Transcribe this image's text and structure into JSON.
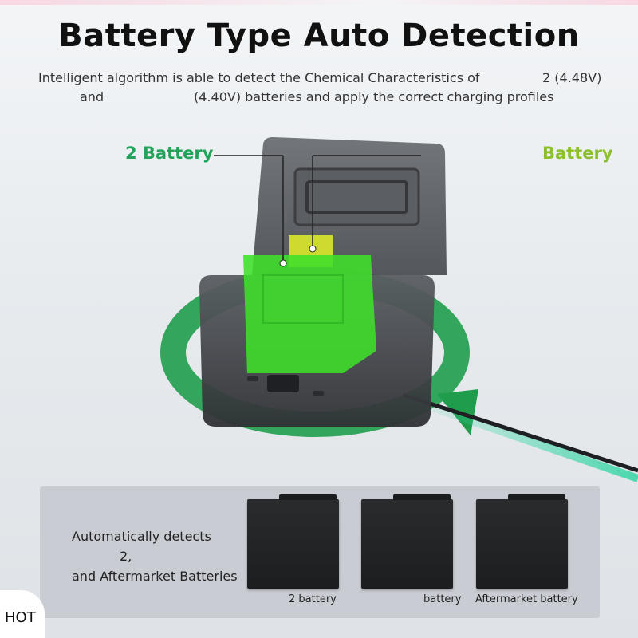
{
  "header": {
    "title": "Battery Type Auto Detection",
    "subtitle_line1_start": "Intelligent algorithm is able to detect the Chemical Characteristics of",
    "subtitle_line1_end": "2 (4.48V)",
    "subtitle_line2_start": "and",
    "subtitle_line2_end": "(4.40V) batteries and apply the correct charging profiles"
  },
  "callouts": {
    "left_label": "2 Battery",
    "right_label": "Battery",
    "left_color": "#21a35a",
    "right_color": "#8cc02c"
  },
  "panel": {
    "line1": "Automatically detects",
    "line2": "2,",
    "line3": "and Aftermarket Batteries",
    "captions": [
      "2 battery",
      "battery",
      "Aftermarket battery"
    ]
  },
  "badge": {
    "text": "HOT"
  },
  "colors": {
    "arrow_green": "#1f9d4d",
    "battery_green": "#3fe02a",
    "battery_yellow": "#d9e52b",
    "charger_body": "#4a4d52",
    "cable_glow": "#3ad6a8"
  }
}
